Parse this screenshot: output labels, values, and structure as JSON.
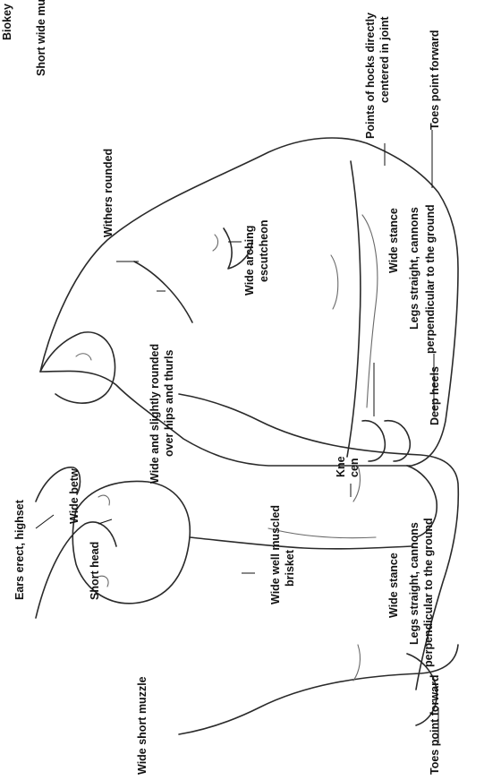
{
  "labels": {
    "top_partial_1": "Biokey",
    "top_partial_2": "Short wide mu",
    "hocks": "Points of hocks directly",
    "hocks_2": "centered in joint",
    "toes_rear": "Toes point forward",
    "withers": "Withers rounded",
    "escutcheon": "Wide arching",
    "escutcheon_2": "escutcheon",
    "stance_rear": "Wide stance",
    "legs_rear_1": "Legs straight, cannons",
    "legs_rear_2": "perpendicular to the ground",
    "hips": "Wide and slightly rounded",
    "hips_2": "over hips and thurls",
    "heels": "Deep heels",
    "between": "Wide betw",
    "knee": "Kne",
    "knee_2": "cen",
    "ears": "Ears erect, highset",
    "short_head": "Short head",
    "brisket": "Wide well muscled",
    "brisket_2": "brisket",
    "stance_front": "Wide stance",
    "legs_front_1": "Legs straight, cannons",
    "legs_front_2": "perpendicular to the ground",
    "muzzle": "Wide short muzzle",
    "toes_front": "Toes point forward"
  }
}
